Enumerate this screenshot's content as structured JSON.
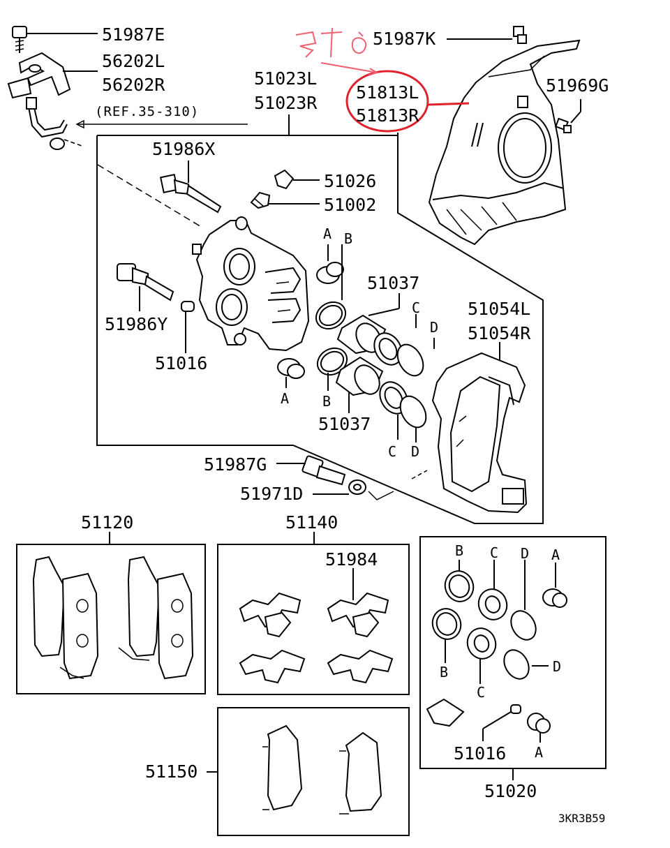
{
  "labels": {
    "p51987E": "51987E",
    "p56202L": "56202L",
    "p56202R": "56202R",
    "ref": "(REF.35-310)",
    "p51023L": "51023L",
    "p51023R": "51023R",
    "p51813L": "51813L",
    "p51813R": "51813R",
    "p51987K": "51987K",
    "p51969G": "51969G",
    "p51986X": "51986X",
    "p51026": "51026",
    "p51002": "51002",
    "p51037a": "51037",
    "p51037b": "51037",
    "p51054L": "51054L",
    "p51054R": "51054R",
    "p51986Y": "51986Y",
    "p51016a": "51016",
    "p51987G": "51987G",
    "p51971D": "51971D",
    "p51120": "51120",
    "p51140": "51140",
    "p51984": "51984",
    "p51150": "51150",
    "p51016b": "51016",
    "p51020": "51020",
    "code": "3KR3B59"
  },
  "letters": {
    "A": "A",
    "B": "B",
    "C": "C",
    "D": "D"
  },
  "colors": {
    "annotation": "#e0202a",
    "handwriting": "#f06070"
  }
}
